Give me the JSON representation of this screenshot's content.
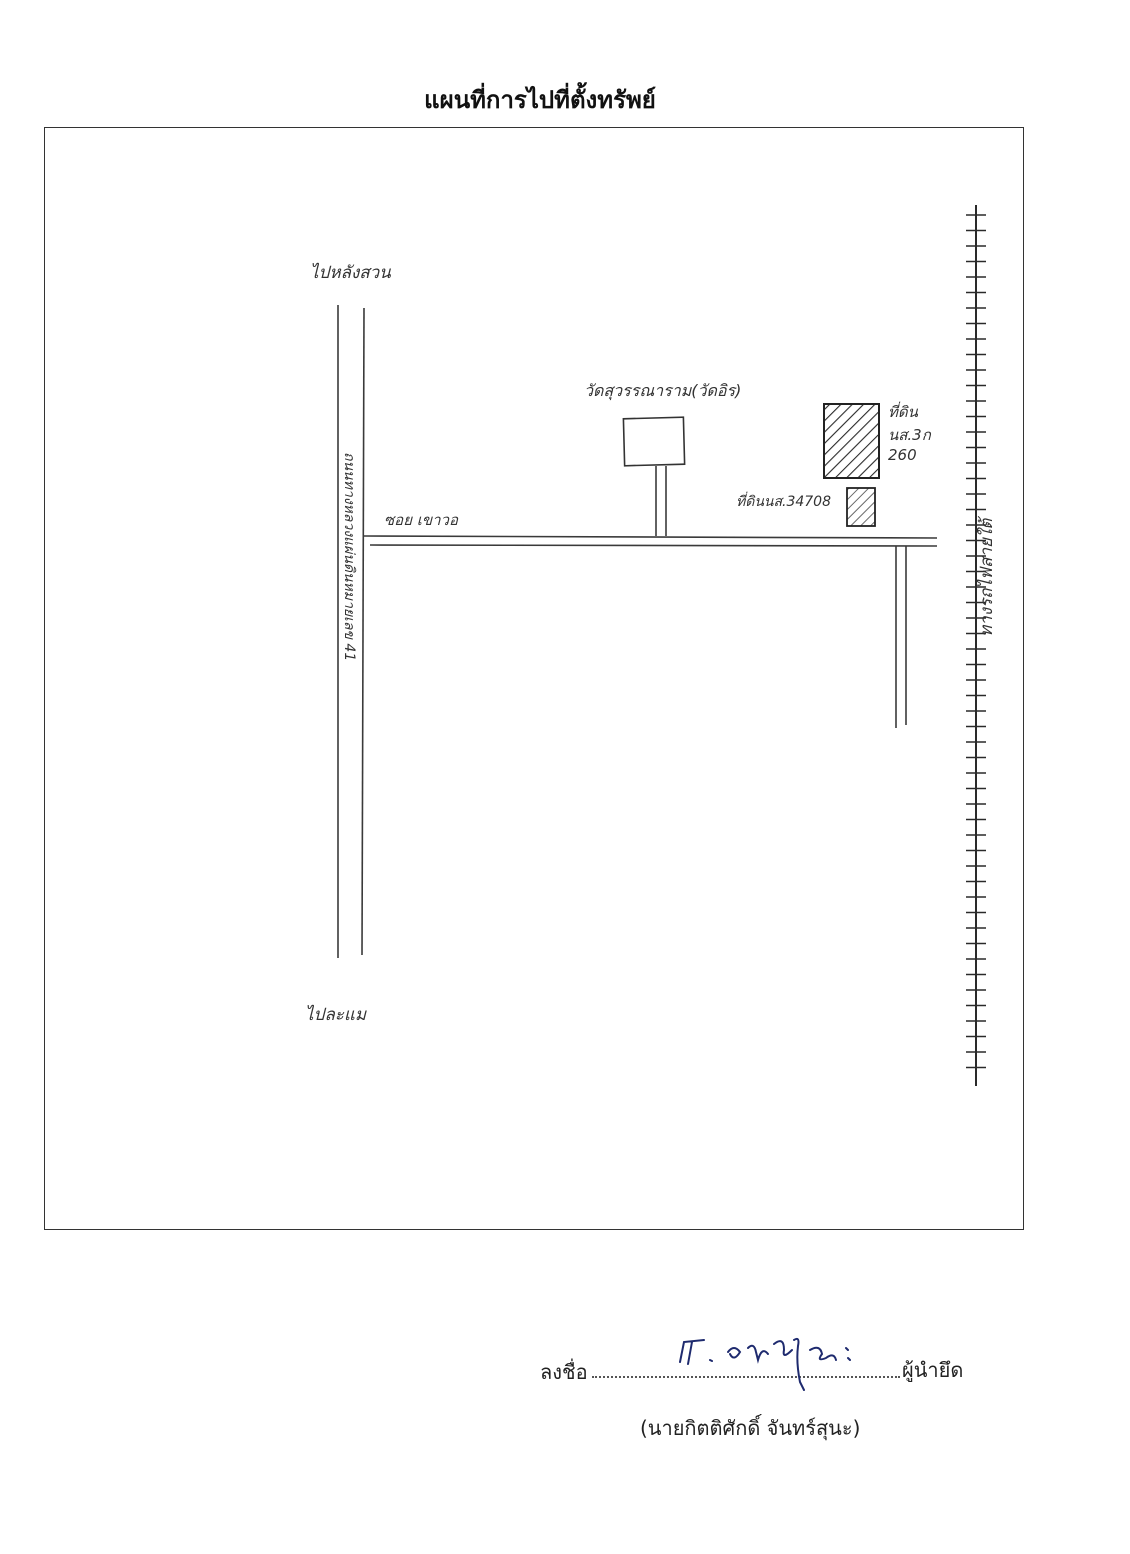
{
  "title": "แผนที่การไปที่ตั้งทรัพย์",
  "map": {
    "labels": {
      "north": "ไปหลังสวน",
      "south": "ไปละแม",
      "main_road": "ถนนทางหลวงแผ่นดินหมายเลข 41",
      "soi": "ซอย เขาวอ",
      "temple": "วัดสุวรรณาราม(วัดอิร)",
      "land1_line1": "ที่ดิน",
      "land1_line2": "นส.3ก",
      "land1_line3": "260",
      "land2": "ที่ดินนส.34708",
      "railway": "ทางรถไฟสายใต้"
    },
    "colors": {
      "ink": "#333333",
      "hatch": "#2a2a2a",
      "signature_ink": "#1e2a6e"
    }
  },
  "signature": {
    "label": "ลงชื่อ",
    "role": "ผู้นำยึด",
    "name": "(นายกิตติศักดิ์ จันทร์สุนะ)"
  }
}
